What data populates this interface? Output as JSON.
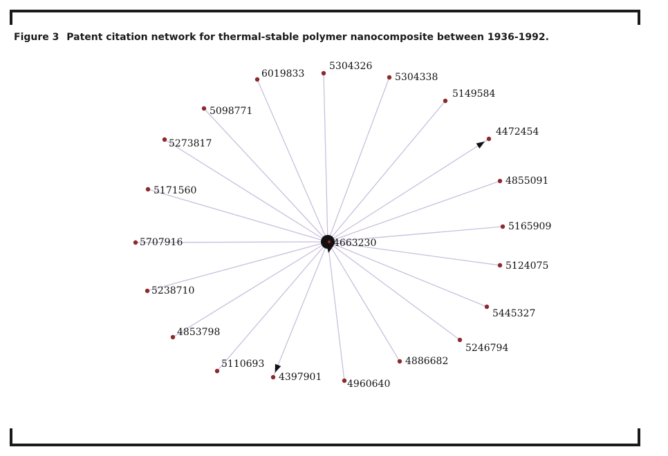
{
  "caption": {
    "figure_number": "Figure 3",
    "title": "Patent citation network for thermal-stable polymer nanocomposite between 1936-1992."
  },
  "network": {
    "center": {
      "id": "4663230"
    },
    "nodes": [
      {
        "id": "6019833"
      },
      {
        "id": "5304326"
      },
      {
        "id": "5304338"
      },
      {
        "id": "5149584"
      },
      {
        "id": "4472454"
      },
      {
        "id": "4855091"
      },
      {
        "id": "5165909"
      },
      {
        "id": "5124075"
      },
      {
        "id": "5445327"
      },
      {
        "id": "5246794"
      },
      {
        "id": "4886682"
      },
      {
        "id": "4960640"
      },
      {
        "id": "4397901"
      },
      {
        "id": "5110693"
      },
      {
        "id": "4853798"
      },
      {
        "id": "5238710"
      },
      {
        "id": "5707916"
      },
      {
        "id": "5171560"
      },
      {
        "id": "5273817"
      },
      {
        "id": "5098771"
      }
    ],
    "colors": {
      "edge": "#c9bfdc",
      "node": "#8b2a2a",
      "center": "#111111",
      "arrow": "#111111"
    }
  }
}
